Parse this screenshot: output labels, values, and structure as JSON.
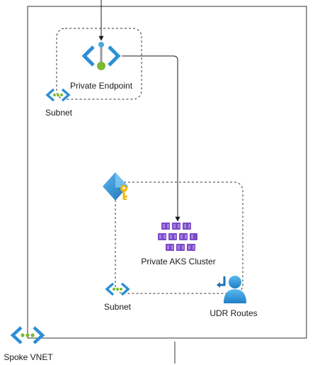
{
  "labels": {
    "private_endpoint": "Private Endpoint",
    "subnet_top": "Subnet",
    "private_aks_cluster": "Private AKS Cluster",
    "subnet_bottom": "Subnet",
    "udr_routes": "UDR Routes",
    "spoke_vnet": "Spoke VNET"
  },
  "icons": {
    "private_endpoint": "private-endpoint-icon",
    "vnet": "virtual-network-icon",
    "aks": "kubernetes-cluster-icon",
    "key_vault": "key-vault-icon",
    "udr": "route-table-user-icon"
  },
  "colors": {
    "azure_blue": "#2d8fd5",
    "azure_light": "#5bb9f0",
    "endpoint_green": "#7cb82f",
    "aks_purple": "#7a4bc4",
    "aks_purple_light": "#a77ee8",
    "key_gold": "#f2b90c",
    "line": "#1a1a1a",
    "border": "#333333"
  }
}
